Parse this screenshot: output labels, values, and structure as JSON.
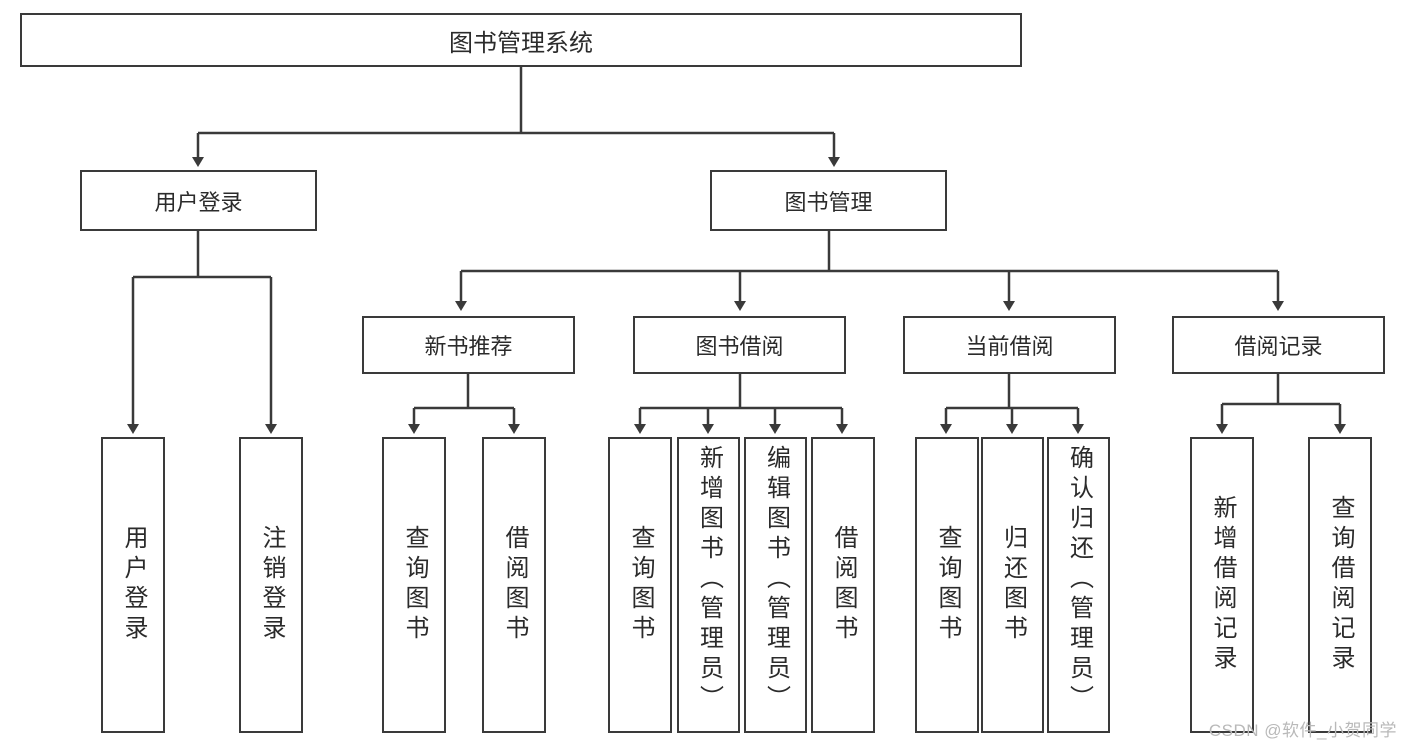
{
  "diagram": {
    "title": "图书管理系统",
    "type": "hierarchy-tree",
    "root": {
      "id": "root",
      "label": "图书管理系统"
    },
    "level2": [
      {
        "id": "user-login",
        "label": "用户登录"
      },
      {
        "id": "book-manage",
        "label": "图书管理"
      }
    ],
    "level3": [
      {
        "id": "new-book-recommend",
        "label": "新书推荐",
        "parent": "book-manage"
      },
      {
        "id": "book-borrow",
        "label": "图书借阅",
        "parent": "book-manage"
      },
      {
        "id": "current-borrow",
        "label": "当前借阅",
        "parent": "book-manage"
      },
      {
        "id": "borrow-record",
        "label": "借阅记录",
        "parent": "book-manage"
      }
    ],
    "leaves": [
      {
        "id": "leaf-user-login",
        "label": "用户登录",
        "parent": "user-login",
        "orientation": "vertical",
        "align": "center"
      },
      {
        "id": "leaf-logout",
        "label": "注销登录",
        "parent": "user-login",
        "orientation": "vertical",
        "align": "center"
      },
      {
        "id": "leaf-query-book-1",
        "label": "查询图书",
        "parent": "new-book-recommend",
        "orientation": "vertical",
        "align": "center"
      },
      {
        "id": "leaf-borrow-book-1",
        "label": "借阅图书",
        "parent": "new-book-recommend",
        "orientation": "vertical",
        "align": "center"
      },
      {
        "id": "leaf-query-book-2",
        "label": "查询图书",
        "parent": "book-borrow",
        "orientation": "vertical",
        "align": "center"
      },
      {
        "id": "leaf-add-book",
        "label": "新增图书（管理员）",
        "parent": "book-borrow",
        "orientation": "vertical",
        "align": "top"
      },
      {
        "id": "leaf-edit-book",
        "label": "编辑图书（管理员）",
        "parent": "book-borrow",
        "orientation": "vertical",
        "align": "top"
      },
      {
        "id": "leaf-borrow-book-2",
        "label": "借阅图书",
        "parent": "book-borrow",
        "orientation": "vertical",
        "align": "center"
      },
      {
        "id": "leaf-query-book-3",
        "label": "查询图书",
        "parent": "current-borrow",
        "orientation": "vertical",
        "align": "center"
      },
      {
        "id": "leaf-return-book",
        "label": "归还图书",
        "parent": "current-borrow",
        "orientation": "vertical",
        "align": "center"
      },
      {
        "id": "leaf-confirm-return",
        "label": "确认归还（管理员）",
        "parent": "current-borrow",
        "orientation": "vertical",
        "align": "top"
      },
      {
        "id": "leaf-add-record",
        "label": "新增借阅记录",
        "parent": "borrow-record",
        "orientation": "vertical",
        "align": "center"
      },
      {
        "id": "leaf-query-record",
        "label": "查询借阅记录",
        "parent": "borrow-record",
        "orientation": "vertical",
        "align": "center"
      }
    ]
  },
  "watermark": {
    "text": "CSDN @软件_小贺同学"
  },
  "colors": {
    "stroke": "#3a3a3a",
    "text": "#2b2b2b",
    "background": "#ffffff",
    "watermark": "#b9b9b9"
  }
}
